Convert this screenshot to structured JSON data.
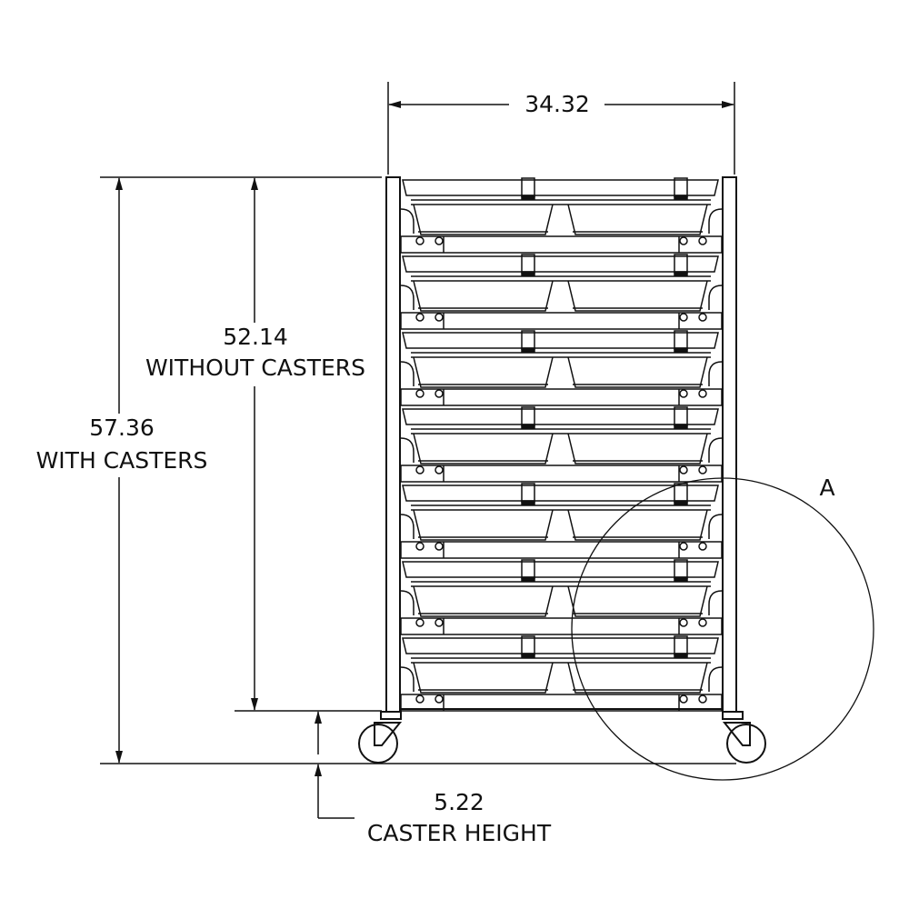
{
  "dimensions": {
    "width": {
      "value": "34.32"
    },
    "height_with_casters": {
      "value": "57.36",
      "label": "WITH CASTERS"
    },
    "height_without_casters": {
      "value": "52.14",
      "label": "WITHOUT CASTERS"
    },
    "caster_height": {
      "value": "5.22",
      "label": "CASTER HEIGHT"
    }
  },
  "detail_callout": {
    "label": "A"
  },
  "cart": {
    "tray_rows": 7,
    "trays_per_row": 2
  },
  "colors": {
    "line": "#111111",
    "background": "#ffffff"
  }
}
